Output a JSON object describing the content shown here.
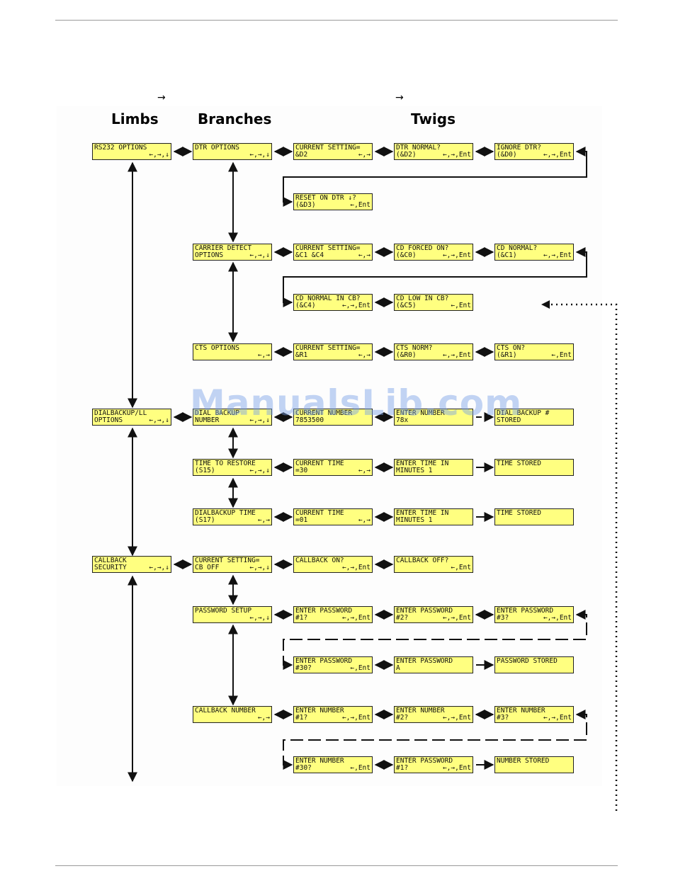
{
  "header": {
    "arrow1": "→",
    "arrow2": "→",
    "col_limbs": "Limbs",
    "col_branches": "Branches",
    "col_twigs": "Twigs"
  },
  "watermark": "ManualsLib.com",
  "boxes": {
    "rs232": {
      "l1": "RS232 OPTIONS",
      "l2a": "",
      "l2b": "←,→,↓"
    },
    "dtr": {
      "l1": "DTR OPTIONS",
      "l2a": "",
      "l2b": "←,→,↓"
    },
    "dtr_cur": {
      "l1": "CURRENT SETTING=",
      "l2a": "&D2",
      "l2b": "←,→"
    },
    "dtr_norm": {
      "l1": "DTR NORMAL?",
      "l2a": "(&D2)",
      "l2b": "←,→,Ent"
    },
    "dtr_ign": {
      "l1": "IGNORE DTR?",
      "l2a": "(&D0)",
      "l2b": "←,→,Ent"
    },
    "dtr_reset": {
      "l1": "RESET ON DTR ↓?",
      "l2a": "(&D3)",
      "l2b": "←,Ent"
    },
    "cd": {
      "l1": "CARRIER DETECT",
      "l2a": "OPTIONS",
      "l2b": "←,→,↓"
    },
    "cd_cur": {
      "l1": "CURRENT SETTING=",
      "l2a": "&C1 &C4",
      "l2b": "←,→"
    },
    "cd_forced": {
      "l1": "CD FORCED ON?",
      "l2a": "(&C0)",
      "l2b": "←,→,Ent"
    },
    "cd_norm": {
      "l1": "CD NORMAL?",
      "l2a": "(&C1)",
      "l2b": "←,→,Ent"
    },
    "cd_normcb": {
      "l1": "CD NORMAL IN CB?",
      "l2a": "(&C4)",
      "l2b": "←,→,Ent"
    },
    "cd_lowcb": {
      "l1": "CD LOW IN CB?",
      "l2a": "(&C5)",
      "l2b": "←,Ent"
    },
    "cts": {
      "l1": "CTS OPTIONS",
      "l2a": "",
      "l2b": "←,→"
    },
    "cts_cur": {
      "l1": "CURRENT SETTING=",
      "l2a": "&R1",
      "l2b": "←,→"
    },
    "cts_norm": {
      "l1": "CTS NORM?",
      "l2a": "(&R0)",
      "l2b": "←,→,Ent"
    },
    "cts_on": {
      "l1": "CTS ON?",
      "l2a": "(&R1)",
      "l2b": "←,Ent"
    },
    "dial": {
      "l1": "DIALBACKUP/LL",
      "l2a": "OPTIONS",
      "l2b": "←,→,↓"
    },
    "dial_num": {
      "l1": "DIAL BACKUP",
      "l2a": "NUMBER",
      "l2b": "←,→,↓"
    },
    "dial_cur": {
      "l1": "CURRENT NUMBER",
      "l2a": "7853500",
      "l2b": ""
    },
    "dial_enter": {
      "l1": "ENTER NUMBER",
      "l2a": "78x",
      "l2b": ""
    },
    "dial_stored": {
      "l1": "DIAL BACKUP #",
      "l2a": "STORED",
      "l2b": ""
    },
    "restore": {
      "l1": "TIME TO RESTORE",
      "l2a": "(S15)",
      "l2b": "←,→,↓"
    },
    "restore_cur": {
      "l1": "CURRENT TIME",
      "l2a": "=30",
      "l2b": "←,→"
    },
    "restore_enter": {
      "l1": "ENTER TIME IN",
      "l2a": "MINUTES 1",
      "l2b": ""
    },
    "restore_stored": {
      "l1": "TIME STORED",
      "l2a": "",
      "l2b": ""
    },
    "dbtime": {
      "l1": "DIALBACKUP TIME",
      "l2a": "(S17)",
      "l2b": "←,→"
    },
    "dbtime_cur": {
      "l1": "CURRENT TIME",
      "l2a": "=01",
      "l2b": "←,→"
    },
    "dbtime_enter": {
      "l1": "ENTER TIME IN",
      "l2a": "MINUTES 1",
      "l2b": ""
    },
    "dbtime_stored": {
      "l1": "TIME STORED",
      "l2a": "",
      "l2b": ""
    },
    "cbsec": {
      "l1": "CALLBACK",
      "l2a": "SECURITY",
      "l2b": "←,→,↓"
    },
    "cb_cur": {
      "l1": "CURRENT SETTING=",
      "l2a": "CB OFF",
      "l2b": "←,→,↓"
    },
    "cb_on": {
      "l1": "CALLBACK ON?",
      "l2a": "",
      "l2b": "←,→,Ent"
    },
    "cb_off": {
      "l1": "CALLBACK OFF?",
      "l2a": "",
      "l2b": "←,Ent"
    },
    "pw": {
      "l1": "PASSWORD SETUP",
      "l2a": "",
      "l2b": "←,→,↓"
    },
    "pw1": {
      "l1": "ENTER PASSWORD",
      "l2a": "#1?",
      "l2b": "←,→,Ent"
    },
    "pw2": {
      "l1": "ENTER PASSWORD",
      "l2a": "#2?",
      "l2b": "←,→,Ent"
    },
    "pw3": {
      "l1": "ENTER PASSWORD",
      "l2a": "#3?",
      "l2b": "←,→,Ent"
    },
    "pw30": {
      "l1": "ENTER PASSWORD",
      "l2a": "#30?",
      "l2b": "←,Ent"
    },
    "pwA": {
      "l1": "ENTER PASSWORD",
      "l2a": "A",
      "l2b": ""
    },
    "pw_stored": {
      "l1": "PASSWORD STORED",
      "l2a": "",
      "l2b": ""
    },
    "cbnum": {
      "l1": "CALLBACK NUMBER",
      "l2a": "",
      "l2b": "←,→"
    },
    "num1": {
      "l1": "ENTER NUMBER",
      "l2a": "#1?",
      "l2b": "←,→,Ent"
    },
    "num2": {
      "l1": "ENTER NUMBER",
      "l2a": "#2?",
      "l2b": "←,→,Ent"
    },
    "num3": {
      "l1": "ENTER NUMBER",
      "l2a": "#3?",
      "l2b": "←,→,Ent"
    },
    "num30": {
      "l1": "ENTER NUMBER",
      "l2a": "#30?",
      "l2b": "←,Ent"
    },
    "num_pw1": {
      "l1": "ENTER PASSWORD",
      "l2a": "#1?",
      "l2b": "←,→,Ent"
    },
    "num_stored": {
      "l1": "NUMBER STORED",
      "l2a": "",
      "l2b": ""
    }
  }
}
